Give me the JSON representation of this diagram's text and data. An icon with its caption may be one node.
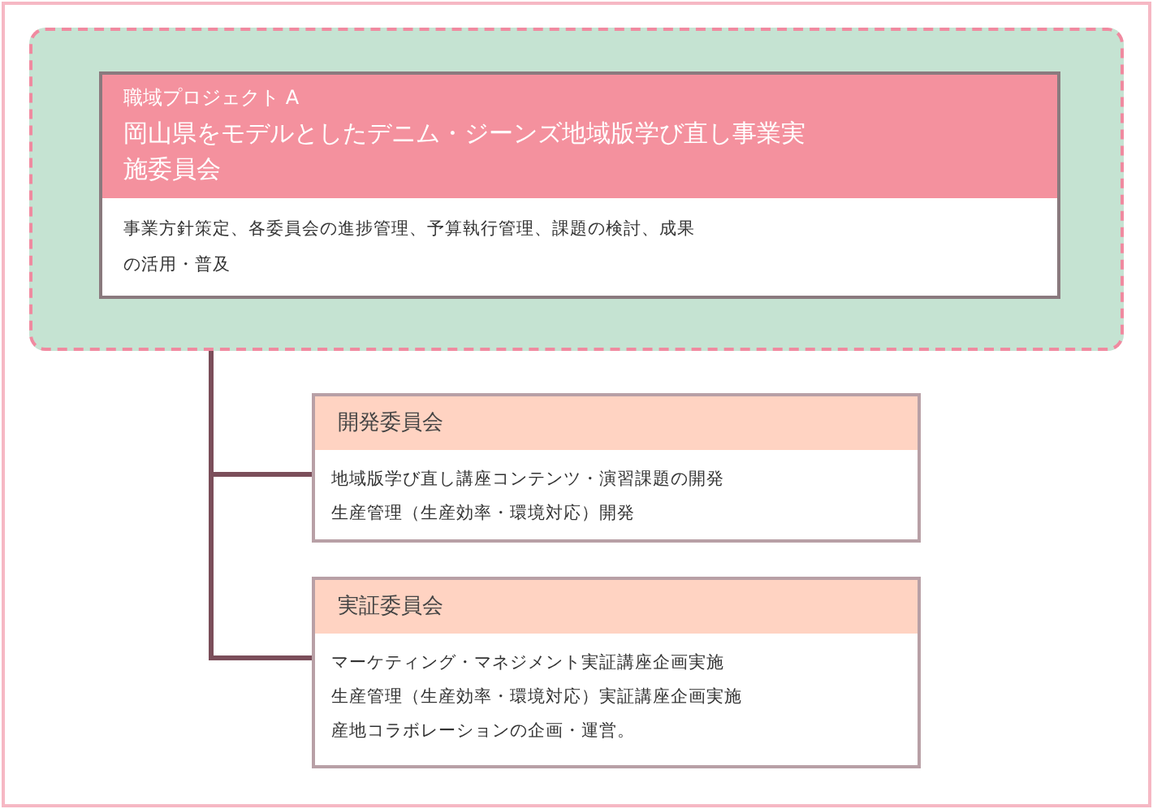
{
  "diagram": {
    "nodes": [
      {
        "text": [],
        "shape": "box"
      },
      {
        "text": [
          "職域プロジェクト A",
          "岡山県をモデルとしたデニム・ジーンズ地域版学び直し事業実施委員会",
          "事業方針策定、各委員会の進捗管理、予算執行管理、課題の検討、成果の活用・普及"
        ],
        "in": 0
      },
      {
        "text": [
          "開発委員会",
          "地域版学び直し講座コンテンツ・演習課題の開発",
          "生産管理（生産効率・環境対応）開発"
        ]
      },
      {
        "text": [
          "実証委員会",
          "マーケティング・マネジメント実証講座企画実施",
          "生産管理（生産効率・環境対応）実証講座企画実施",
          "産地コラボレーションの企画・運営。"
        ]
      }
    ],
    "edges": [
      {
        "from": 1,
        "to": 2,
        "arrow": "none"
      },
      {
        "from": 1,
        "to": 3,
        "arrow": "none"
      }
    ]
  }
}
